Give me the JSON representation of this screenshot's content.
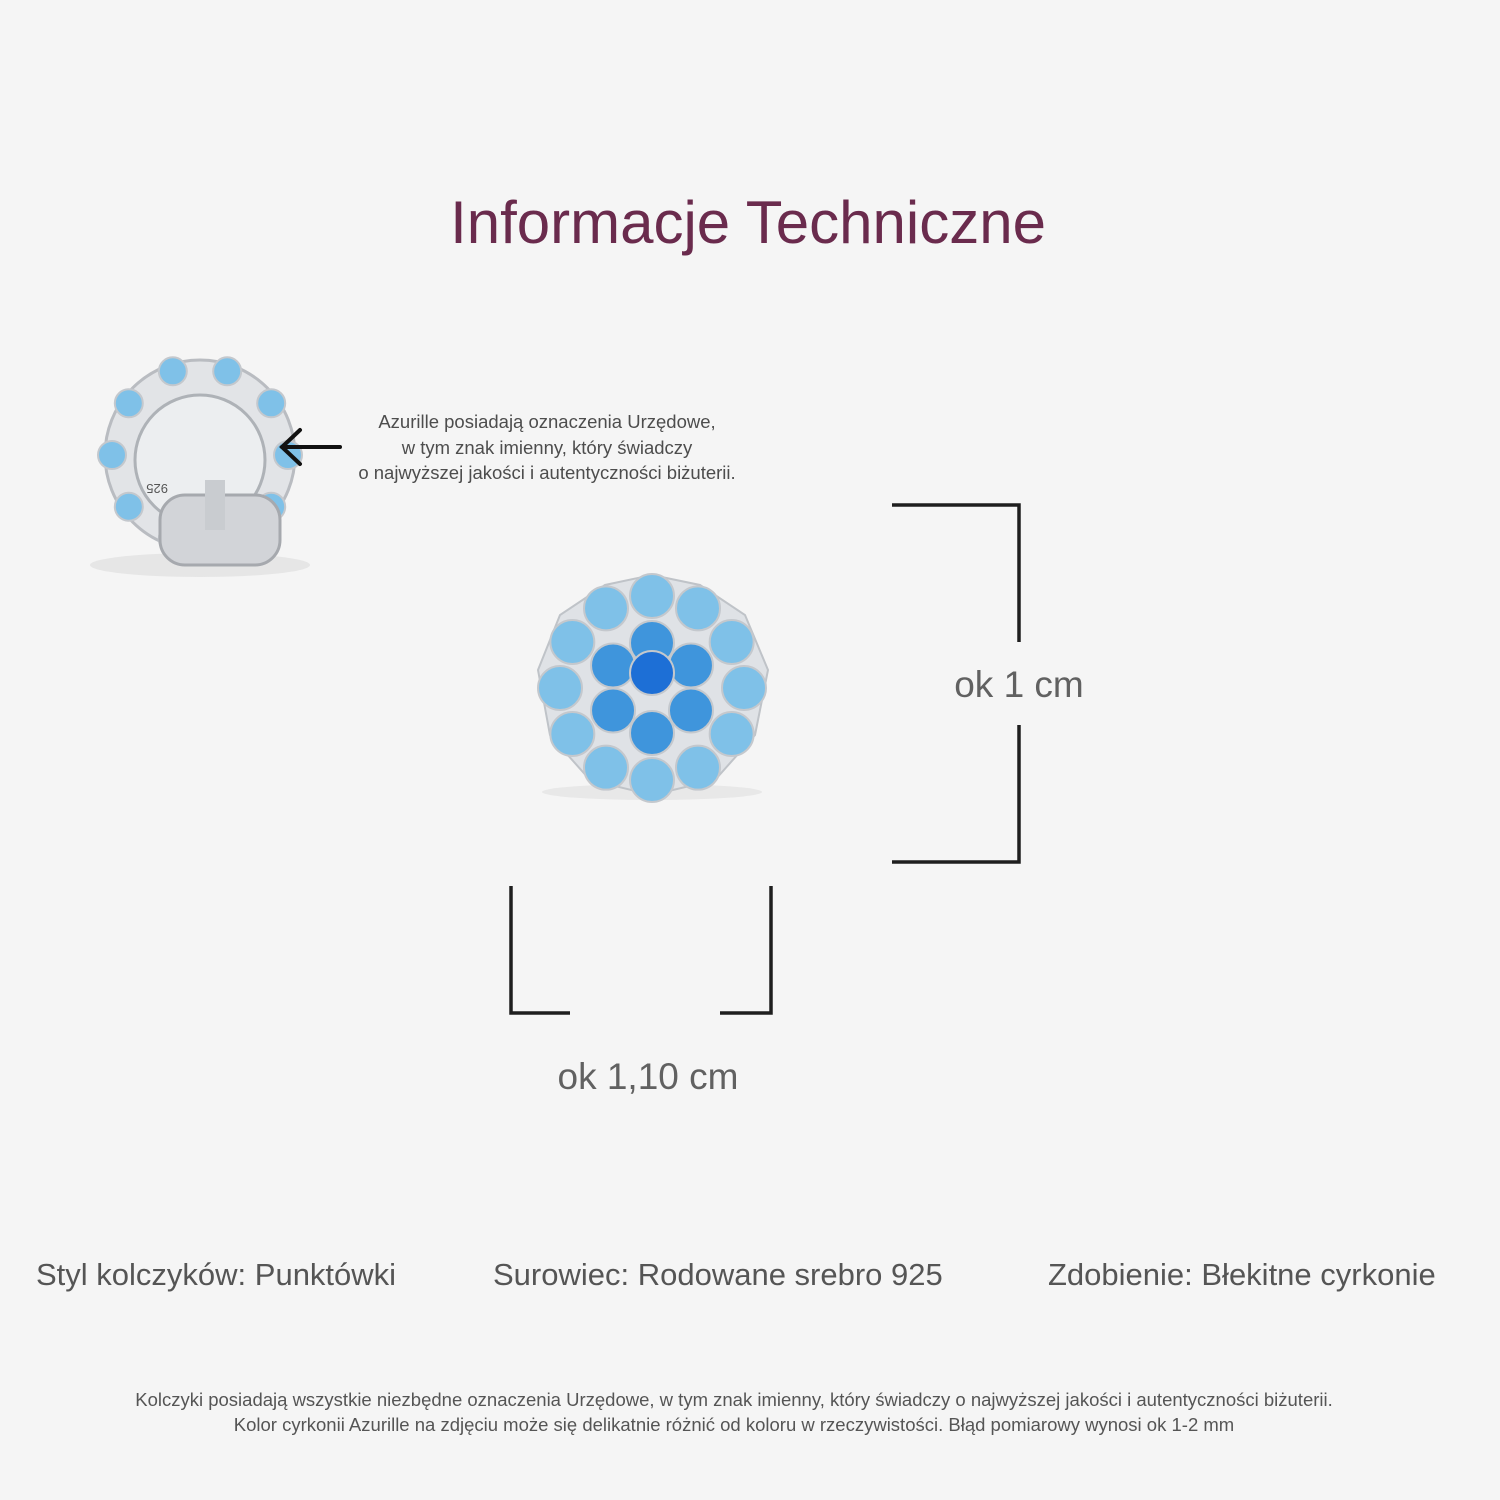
{
  "title": "Informacje Techniczne",
  "hallmark_note": {
    "lines": [
      "Azurille posiadają oznaczenia Urzędowe,",
      "w tym znak imienny, który świadczy",
      "o najwyższej jakości i autentyczności biżuterii."
    ],
    "engraving": "925"
  },
  "dimensions": {
    "height": "ok 1 cm",
    "width": "ok 1,10 cm"
  },
  "specs": [
    "Styl kolczyków: Punktówki",
    "Surowiec: Rodowane srebro 925",
    "Zdobienie: Błekitne cyrkonie"
  ],
  "footer": [
    "Kolczyki posiadają wszystkie niezbędne oznaczenia Urzędowe, w tym znak imienny, który świadczy o najwyższej jakości i autentyczności biżuterii.",
    "Kolor cyrkonii Azurille na zdjęciu może się delikatnie różnić od koloru w rzeczywistości. Błąd pomiarowy wynosi ok 1-2 mm"
  ],
  "colors": {
    "title": "#6a2b4d",
    "stone_center": "#1d6fd6",
    "stone_inner": "#3f95dc",
    "stone_outer": "#7fc1e8",
    "silver": "#d9dbde"
  }
}
